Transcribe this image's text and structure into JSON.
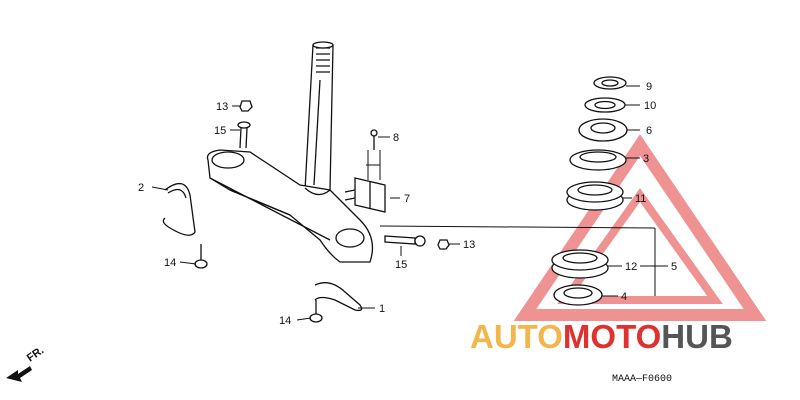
{
  "labels": {
    "p1": "1",
    "p2": "2",
    "p3": "3",
    "p4": "4",
    "p5": "5",
    "p6": "6",
    "p7": "7",
    "p8": "8",
    "p9": "9",
    "p10": "10",
    "p11": "11",
    "p12": "12",
    "p13a": "13",
    "p13b": "13",
    "p14a": "14",
    "p14b": "14",
    "p15a": "15",
    "p15b": "15"
  },
  "direction_mark": "FR.",
  "diagram_code": "MAAA—F0600",
  "watermark": {
    "auto": "AUTO",
    "moto": "MOTO",
    "hub": "HUB"
  },
  "colors": {
    "auto": "#f2b64a",
    "moto": "#e03131",
    "hub": "#555555",
    "triangle": "#e23a3a"
  }
}
